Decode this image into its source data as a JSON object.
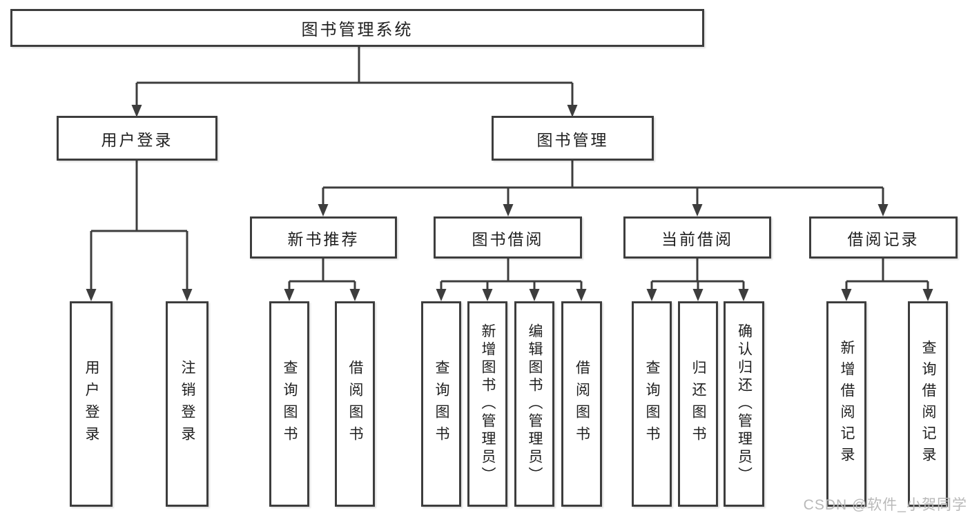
{
  "diagram": {
    "type": "hierarchy-tree",
    "root": {
      "label": "图书管理系统"
    },
    "level2": [
      {
        "label": "用户登录"
      },
      {
        "label": "图书管理"
      }
    ],
    "level3": [
      {
        "label": "新书推荐"
      },
      {
        "label": "图书借阅"
      },
      {
        "label": "当前借阅"
      },
      {
        "label": "借阅记录"
      }
    ],
    "leaves": {
      "user_login": [
        {
          "label": "用户登录"
        },
        {
          "label": "注销登录"
        }
      ],
      "new_book": [
        {
          "label": "查询图书"
        },
        {
          "label": "借阅图书"
        }
      ],
      "book_borrow": [
        {
          "label": "查询图书"
        },
        {
          "label": "新增图书（管理员）"
        },
        {
          "label": "编辑图书（管理员）"
        },
        {
          "label": "借阅图书"
        }
      ],
      "current_borrow": [
        {
          "label": "查询图书"
        },
        {
          "label": "归还图书"
        },
        {
          "label": "确认归还（管理员）"
        }
      ],
      "borrow_record": [
        {
          "label": "新增借阅记录"
        },
        {
          "label": "查询借阅记录"
        }
      ]
    },
    "watermark": "CSDN @软件_小贺同学",
    "colors": {
      "line": "#3d3d3d",
      "text": "#1f1f1f",
      "watermark": "#b9b9b9",
      "background": "#ffffff"
    }
  }
}
